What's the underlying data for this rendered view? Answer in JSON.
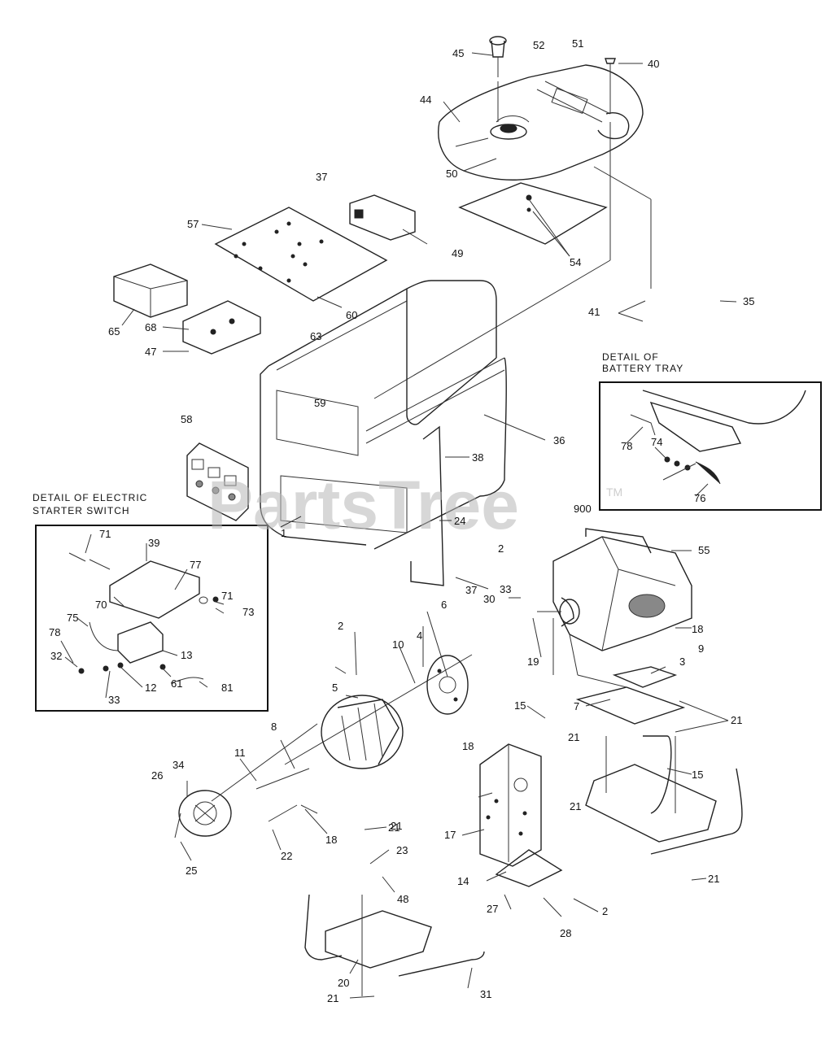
{
  "detail_battery_tray": {
    "title_line1": "DETAIL OF",
    "title_line2": "BATTERY TRAY"
  },
  "detail_starter_switch": {
    "title_line1": "DETAIL OF ELECTRIC",
    "title_line2": "STARTER SWITCH"
  },
  "watermark": {
    "text": "PartsTree",
    "tm": "TM"
  },
  "callouts": [
    "45",
    "52",
    "51",
    "40",
    "44",
    "50",
    "54",
    "37",
    "49",
    "57",
    "60",
    "65",
    "68",
    "47",
    "63",
    "41",
    "35",
    "59",
    "36",
    "58",
    "38",
    "24",
    "1",
    "900",
    "55",
    "2",
    "37",
    "33",
    "30",
    "19",
    "18",
    "9",
    "3",
    "7",
    "21",
    "21",
    "15",
    "15",
    "21",
    "21",
    "21",
    "18",
    "6",
    "4",
    "10",
    "2",
    "5",
    "8",
    "11",
    "34",
    "26",
    "25",
    "22",
    "18",
    "21",
    "23",
    "48",
    "17",
    "14",
    "27",
    "28",
    "2",
    "20",
    "31",
    "21",
    "71",
    "39",
    "77",
    "71",
    "73",
    "75",
    "70",
    "78",
    "32",
    "12",
    "61",
    "33",
    "81",
    "13",
    "78",
    "74",
    "76"
  ]
}
